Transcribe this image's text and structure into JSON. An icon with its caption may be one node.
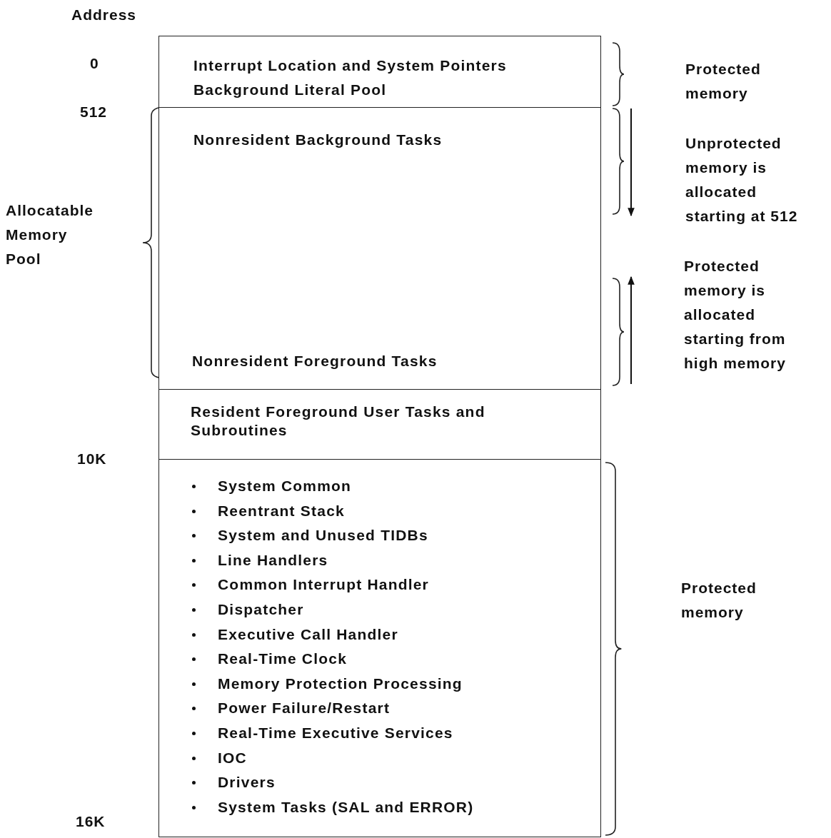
{
  "diagram": {
    "nodes": [
      {
        "text": [
          "Interrupt Location and System Pointers",
          "Background Literal Pool"
        ]
      },
      {
        "text": [
          "Nonresident Background Tasks",
          "Nonresident Foreground Tasks"
        ]
      },
      {
        "text": [
          "Resident Foreground User Tasks and Subroutines"
        ]
      },
      {
        "text": [
          "System Common",
          "Reentrant Stack",
          "System and Unused TIDBs",
          "Line Handlers",
          "Common Interrupt Handler",
          "Dispatcher",
          "Executive Call Handler",
          "Real-Time Clock",
          "Memory Protection Processing",
          "Power Failure/Restart",
          "Real-Time Executive Services",
          "IOC",
          "Drivers",
          "System Tasks (SAL and ERROR)"
        ]
      }
    ],
    "edges": [],
    "labels": [
      "Address",
      "0",
      "512",
      "Allocatable Memory Pool",
      "Protected memory",
      "Unprotected memory is allocated starting at 512",
      "Protected memory is allocated starting from high memory",
      "10K",
      "Protected memory",
      "16K"
    ]
  }
}
